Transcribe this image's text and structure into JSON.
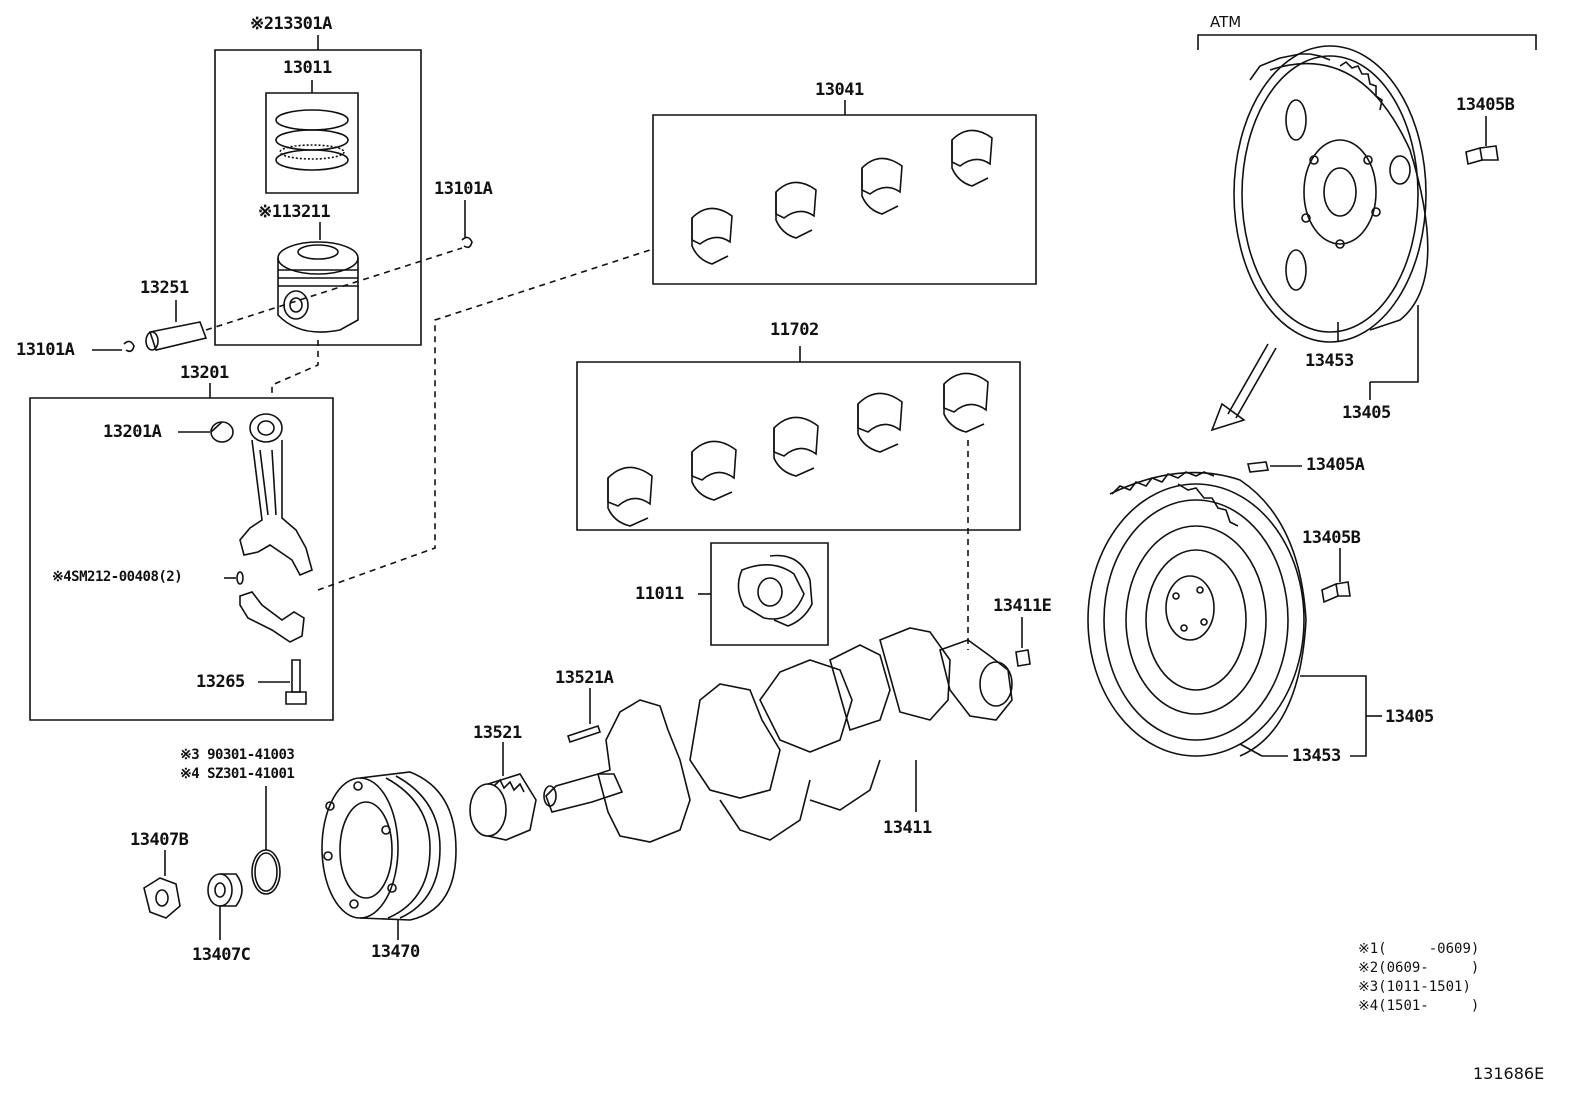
{
  "diagram": {
    "atm_label": "ATM",
    "catalog_number": "131686E",
    "labels": {
      "piston_set": "※213301A",
      "ring_set": "13011",
      "piston": "※113211",
      "snap_ring_right": "13101A",
      "pin": "13251",
      "snap_ring_left": "13101A",
      "conrod": "13201",
      "conrod_bush": "13201A",
      "conrod_nut_note": "※4SM212-00408(2)",
      "conrod_bolt": "13265",
      "conrod_bearing": "13041",
      "main_bearing": "11702",
      "thrust_washer": "11011",
      "crank_key": "13521A",
      "crank_gear": "13521",
      "crankshaft": "13411",
      "crank_pin_e": "13411E",
      "pulley": "13470",
      "pulley_note_1": "※3 90301-41003",
      "pulley_note_2": "※4 SZ301-41001",
      "nut_b": "13407B",
      "washer_c": "13407C",
      "flywheel_bolt_top": "13405B",
      "flywheel_ring_top": "13453",
      "flywheel_top": "13405",
      "flywheel_pin": "13405A",
      "flywheel_bolt_bottom": "13405B",
      "flywheel_bottom": "13405",
      "flywheel_ring_bottom": "13453"
    },
    "legend": [
      "※1(     -0609)",
      "※2(0609-     )",
      "※3(1011-1501)",
      "※4(1501-     )"
    ]
  }
}
